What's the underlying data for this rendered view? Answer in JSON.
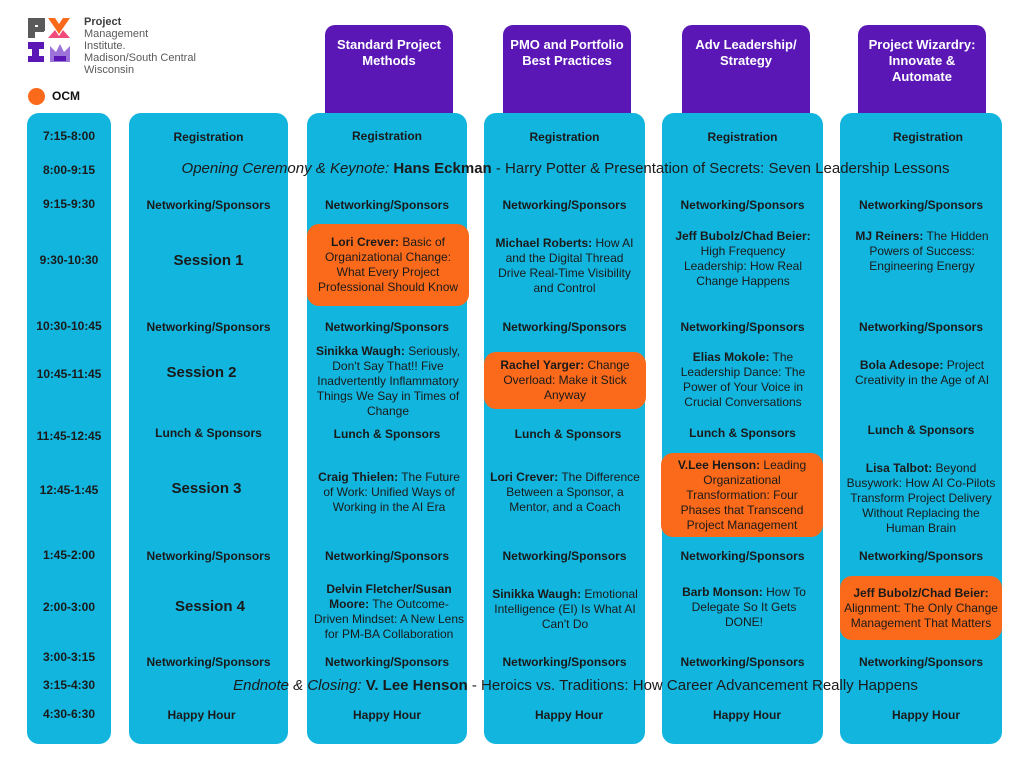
{
  "colors": {
    "cyan": "#12b5de",
    "purple": "#5a17b6",
    "orange": "#fb6a1b"
  },
  "org": {
    "line1": "Project",
    "line2": "Management",
    "line3": "Institute.",
    "line4": "Madison/South Central",
    "line5": "Wisconsin"
  },
  "legend": {
    "ocm": "OCM"
  },
  "tracks": [
    {
      "title": "Standard Project Methods"
    },
    {
      "title": "PMO and Portfolio Best Practices"
    },
    {
      "title": "Adv Leadership/ Strategy"
    },
    {
      "title": "Project Wizardry: Innovate & Automate"
    }
  ],
  "times": [
    "7:15-8:00",
    "8:00-9:15",
    "9:15-9:30",
    "9:30-10:30",
    "10:30-10:45",
    "10:45-11:45",
    "11:45-12:45",
    "12:45-1:45",
    "1:45-2:00",
    "2:00-3:00",
    "3:00-3:15",
    "3:15-4:30",
    "4:30-6:30"
  ],
  "labels": {
    "registration": "Registration",
    "networking": "Networking/Sponsors",
    "lunch": "Lunch & Sponsors",
    "happy": "Happy Hour",
    "s1": "Session 1",
    "s2": "Session 2",
    "s3": "Session 3",
    "s4": "Session 4"
  },
  "opening": {
    "lead": "Opening Ceremony & Keynote:",
    "speaker": "Hans Eckman",
    "rest": " - Harry Potter & Presentation of Secrets: Seven Leadership Lessons"
  },
  "closing": {
    "lead": "Endnote & Closing:",
    "speaker": "V. Lee Henson",
    "rest": " - Heroics vs. Traditions: How Career Advancement Really Happens"
  },
  "sessions": {
    "s1": [
      {
        "speaker": "Lori Crever:",
        "title": " Basic of Organizational Change: What Every Project Professional Should Know",
        "ocm": true
      },
      {
        "speaker": "Michael Roberts:",
        "title": " How AI and the Digital Thread Drive Real-Time Visibility and Control",
        "ocm": false
      },
      {
        "speaker": "Jeff Bubolz/Chad Beier:",
        "title": " High Frequency Leadership: How Real Change Happens",
        "ocm": false
      },
      {
        "speaker": "MJ Reiners:",
        "title": " The Hidden Powers of Success: Engineering Energy",
        "ocm": false
      }
    ],
    "s2": [
      {
        "speaker": "Sinikka Waugh:",
        "title": " Seriously, Don't Say That!! Five Inadvertently Inflammatory Things We Say in Times of Change",
        "ocm": false
      },
      {
        "speaker": "Rachel Yarger:",
        "title": " Change Overload: Make it Stick Anyway",
        "ocm": true
      },
      {
        "speaker": "Elias Mokole:",
        "title": " The Leadership Dance: The Power of Your Voice in Crucial Conversations",
        "ocm": false
      },
      {
        "speaker": "Bola Adesope:",
        "title": " Project Creativity in the Age of AI",
        "ocm": false
      }
    ],
    "s3": [
      {
        "speaker": "Craig Thielen:",
        "title": " The Future of Work: Unified Ways of Working in the AI Era",
        "ocm": false
      },
      {
        "speaker": "Lori Crever:",
        "title": " The Difference Between a Sponsor, a Mentor, and a Coach",
        "ocm": false
      },
      {
        "speaker": "V.Lee Henson:",
        "title": " Leading Organizational Transformation: Four Phases that Transcend Project Management",
        "ocm": true
      },
      {
        "speaker": "Lisa Talbot:",
        "title": " Beyond Busywork: How AI Co-Pilots Transform Project Delivery Without Replacing the Human Brain",
        "ocm": false
      }
    ],
    "s4": [
      {
        "speaker": "Delvin Fletcher/Susan Moore:",
        "title": " The Outcome-Driven Mindset: A New Lens for PM-BA Collaboration",
        "ocm": false
      },
      {
        "speaker": "Sinikka Waugh:",
        "title": " Emotional Intelligence (EI) Is What AI Can't Do",
        "ocm": false
      },
      {
        "speaker": "Barb Monson:",
        "title": " How To Delegate So It Gets DONE!",
        "ocm": false
      },
      {
        "speaker": "Jeff Bubolz/Chad Beier:",
        "title": " Alignment: The Only Change Management That Matters",
        "ocm": true
      }
    ]
  }
}
